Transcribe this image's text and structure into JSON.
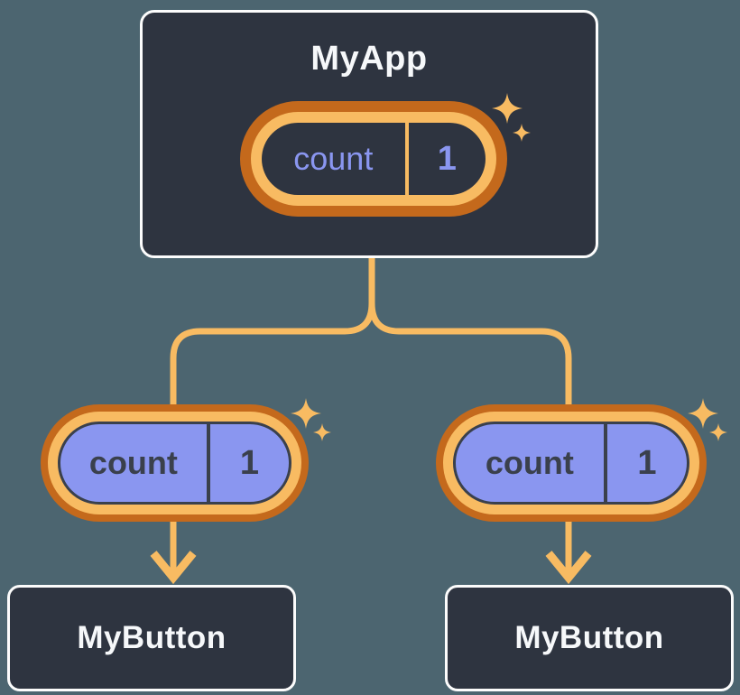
{
  "root": {
    "name": "MyApp",
    "state": {
      "label": "count",
      "value": "1"
    }
  },
  "children": [
    {
      "name": "MyButton",
      "prop": {
        "label": "count",
        "value": "1"
      }
    },
    {
      "name": "MyButton",
      "prop": {
        "label": "count",
        "value": "1"
      }
    }
  ],
  "colors": {
    "background": "#4c6570",
    "node_fill": "#2e3440",
    "node_border": "#fcfcfc",
    "node_text": "#f6f8fa",
    "connector": "#f8bb62",
    "ring_outer": "#c4691c",
    "ring_inner": "#f8bb62",
    "state_text": "#8a96f0",
    "prop_fill": "#8a96f0",
    "prop_text": "#3a404c",
    "sparkle": "#f8bb62"
  }
}
